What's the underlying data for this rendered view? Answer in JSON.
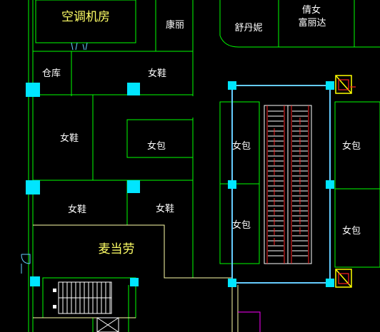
{
  "colors": {
    "background": "#000000",
    "wall": "#00ff00",
    "corridor": "#ffffaa",
    "column": "#00e5ff",
    "railing": "#66ccff",
    "escalator_red": "#ff2222",
    "elevator_yellow": "#ffff00",
    "magenta": "#ff00ff",
    "text_white": "#ffffff",
    "text_yellow": "#ffff66"
  },
  "rooms": {
    "ac_room": "空调机房",
    "kangli": "康丽",
    "shudanni": "舒丹妮",
    "qiannv_line1": "倩女",
    "qiannv_line2": "富丽达",
    "storage": "仓库",
    "womens_shoes_1": "女鞋",
    "womens_shoes_2": "女鞋",
    "womens_shoes_3": "女鞋",
    "womens_shoes_4": "女鞋",
    "womens_bags_1": "女包",
    "womens_bags_2": "女包",
    "womens_bags_3": "女包",
    "womens_bags_4": "女包",
    "womens_bags_5": "女包",
    "mcdonalds": "麦当劳"
  },
  "icons": {
    "column": "square-column-icon",
    "escalator": "escalator-icon",
    "elevator": "elevator-icon",
    "stair": "staircase-icon",
    "door": "door-swing-icon"
  }
}
